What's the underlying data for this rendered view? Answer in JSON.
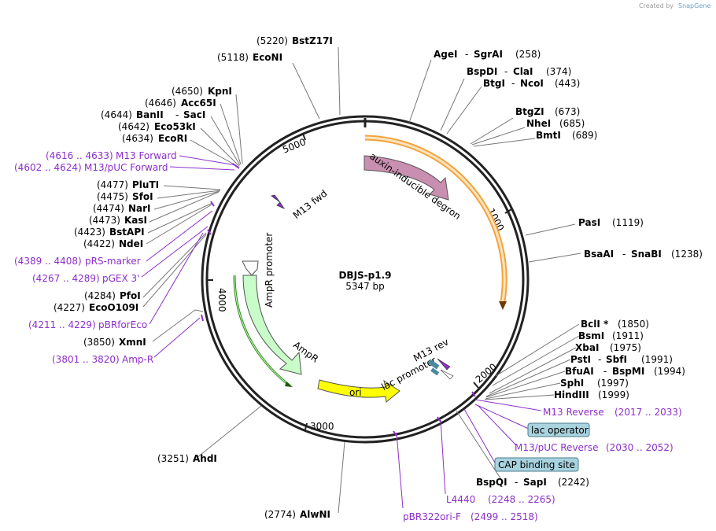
{
  "plasmid": {
    "name": "DBJS-p1.9",
    "length_label": "5347 bp"
  },
  "credit": {
    "prefix": "Created by",
    "brand": "SnapGene"
  },
  "ticks": [
    "1000",
    "2000",
    "3000",
    "4000",
    "5000"
  ],
  "features": {
    "degron": "auxin-inducible degron",
    "m13fwd": "M13 fwd",
    "amp_promoter": "AmpR promoter",
    "ampr": "AmpR",
    "ori": "ori",
    "m13rev": "M13 rev",
    "lac_promoter": "lac promoter",
    "lac_operator": "lac operator",
    "cap_site": "CAP binding site"
  },
  "sites": {
    "bstz17i": {
      "pos": "(5220)",
      "name": "BstZ17I"
    },
    "econi": {
      "pos": "(5118)",
      "name": "EcoNI"
    },
    "agei": {
      "name": "AgeI",
      "sep": "-",
      "name2": "SgrAI",
      "pos": "(258)"
    },
    "bspdi": {
      "name": "BspDI",
      "sep": "-",
      "name2": "ClaI",
      "pos": "(374)"
    },
    "btgi": {
      "name": "BtgI",
      "sep": "-",
      "name2": "NcoI",
      "pos": "(443)"
    },
    "btgzi": {
      "name": "BtgZI",
      "pos": "(673)"
    },
    "nhei": {
      "name": "NheI",
      "pos": "(685)"
    },
    "bmti": {
      "name": "BmtI",
      "pos": "(689)"
    },
    "kpni": {
      "pos": "(4650)",
      "name": "KpnI"
    },
    "acc65i": {
      "pos": "(4646)",
      "name": "Acc65I"
    },
    "banii": {
      "pos": "(4644)",
      "name": "BanII",
      "sep": "-",
      "name2": "SacI"
    },
    "eco53ki": {
      "pos": "(4642)",
      "name": "Eco53kI"
    },
    "ecori": {
      "pos": "(4634)",
      "name": "EcoRI"
    },
    "m13forward": {
      "pos": "(4616 .. 4633)",
      "name": "M13 Forward"
    },
    "m13pucforward": {
      "pos": "(4602 .. 4624)",
      "name": "M13/pUC Forward"
    },
    "pluti": {
      "pos": "(4477)",
      "name": "PluTI"
    },
    "sfoi": {
      "pos": "(4475)",
      "name": "SfoI"
    },
    "nari": {
      "pos": "(4474)",
      "name": "NarI"
    },
    "kasi": {
      "pos": "(4473)",
      "name": "KasI"
    },
    "bstapi": {
      "pos": "(4423)",
      "name": "BstAPI"
    },
    "ndei": {
      "pos": "(4422)",
      "name": "NdeI"
    },
    "prsmarker": {
      "pos": "(4389 .. 4408)",
      "name": "pRS-marker"
    },
    "pgex3": {
      "pos": "(4267 .. 4289)",
      "name": "pGEX 3'"
    },
    "pfoi": {
      "pos": "(4284)",
      "name": "PfoI"
    },
    "eco0109i": {
      "pos": "(4227)",
      "name": "EcoO109I"
    },
    "pbrforeco": {
      "pos": "(4211 .. 4229)",
      "name": "pBRforEco"
    },
    "xmni": {
      "pos": "(3850)",
      "name": "XmnI"
    },
    "ampr_primer": {
      "pos": "(3801 .. 3820)",
      "name": "Amp-R"
    },
    "pasi": {
      "name": "PasI",
      "pos": "(1119)"
    },
    "bsaai": {
      "name": "BsaAI",
      "sep": "-",
      "name2": "SnaBI",
      "pos": "(1238)"
    },
    "bcli": {
      "name": "BclI *",
      "pos": "(1850)"
    },
    "bsmi": {
      "name": "BsmI",
      "pos": "(1911)"
    },
    "xbai": {
      "name": "XbaI",
      "pos": "(1975)"
    },
    "psti": {
      "name": "PstI",
      "sep": "-",
      "name2": "SbfI",
      "pos": "(1991)"
    },
    "bfuai": {
      "name": "BfuAI",
      "sep": "-",
      "name2": "BspMI",
      "pos": "(1994)"
    },
    "sphi": {
      "name": "SphI",
      "pos": "(1997)"
    },
    "hindiii": {
      "name": "HindIII",
      "pos": "(1999)"
    },
    "m13reverse": {
      "name": "M13 Reverse",
      "pos": "(2017 .. 2033)"
    },
    "m13pucreverse": {
      "name": "M13/pUC Reverse",
      "pos": "(2030 .. 2052)"
    },
    "bspqi": {
      "name": "BspQI",
      "sep": "-",
      "name2": "SapI",
      "pos": "(2242)"
    },
    "l4440": {
      "name": "L4440",
      "pos": "(2248 .. 2265)"
    },
    "pbr322ori": {
      "name": "pBR322ori-F",
      "pos": "(2499 .. 2518)"
    },
    "ahdi": {
      "pos": "(3251)",
      "name": "AhdI"
    },
    "alwni": {
      "pos": "(2774)",
      "name": "AlwNI"
    }
  },
  "colors": {
    "backbone": "#222222",
    "degron": "#c98fb0",
    "orange_arrow": "#f5a33a",
    "ampr": "#c8fcc8",
    "ori": "#ffff00",
    "primer": "#8c2fc9",
    "feature_box": "#a9d3df"
  }
}
